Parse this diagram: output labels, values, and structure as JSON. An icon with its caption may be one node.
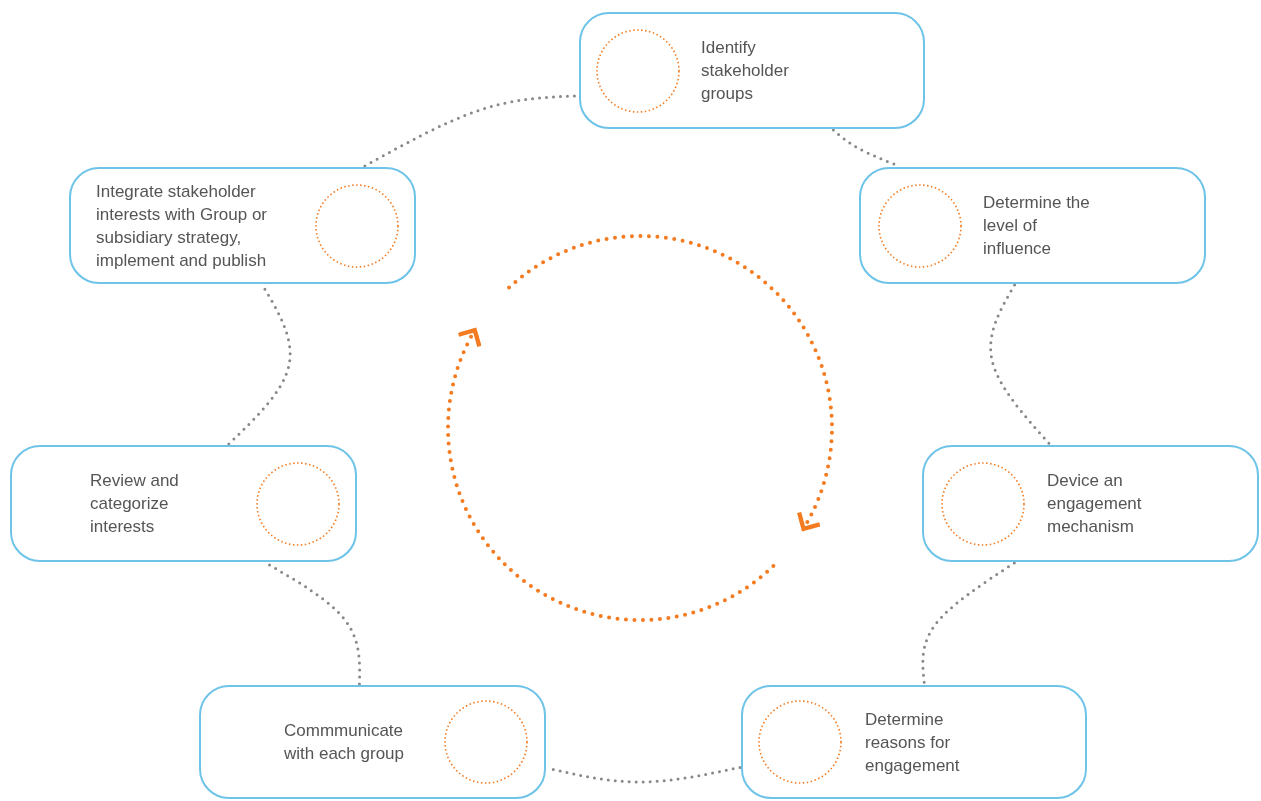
{
  "diagram": {
    "nodes": [
      {
        "text": [
          "Identify stakeholder groups"
        ]
      },
      {
        "text": [
          "Determine the level of influence"
        ]
      },
      {
        "text": [
          "Device an engagement mechanism"
        ]
      },
      {
        "text": [
          "Determine reasons for engagement"
        ]
      },
      {
        "text": [
          "Commmunicate with each group"
        ]
      },
      {
        "text": [
          "Review and categorize interests"
        ]
      },
      {
        "text": [
          "Integrate stakeholder interests with Group or subsidiary strategy, implement and publish"
        ]
      }
    ],
    "edges": [
      {
        "from": 0,
        "to": 1,
        "arrow": "none"
      },
      {
        "from": 1,
        "to": 2,
        "arrow": "none"
      },
      {
        "from": 2,
        "to": 3,
        "arrow": "none"
      },
      {
        "from": 3,
        "to": 4,
        "arrow": "none"
      },
      {
        "from": 4,
        "to": 5,
        "arrow": "none"
      },
      {
        "from": 5,
        "to": 6,
        "arrow": "none"
      },
      {
        "from": 6,
        "to": 0,
        "arrow": "none"
      }
    ]
  }
}
